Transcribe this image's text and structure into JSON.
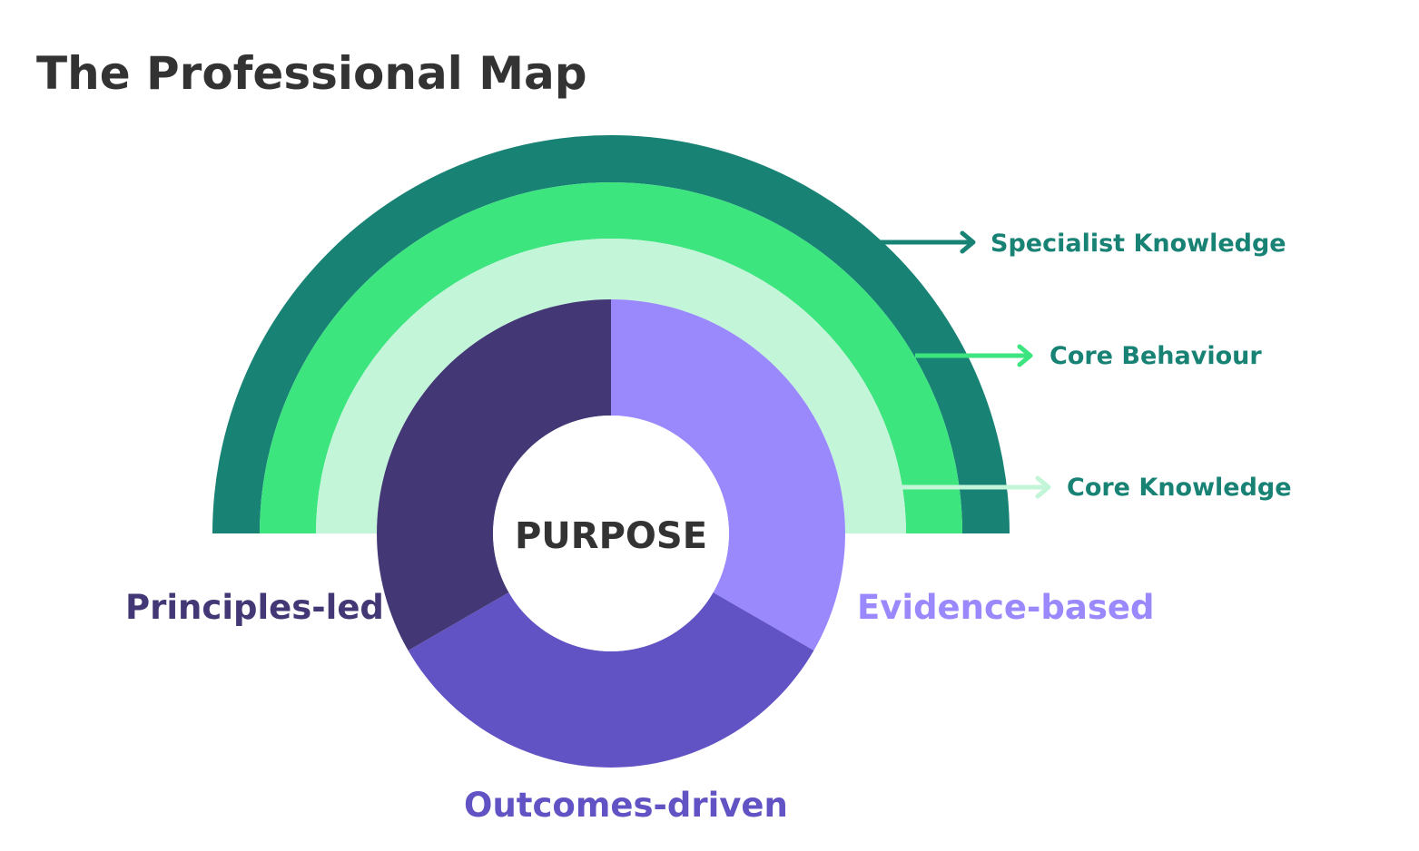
{
  "title": "The Professional Map",
  "center": {
    "label": "PURPOSE"
  },
  "layers": [
    {
      "id": "specialist",
      "label": "Specialist Knowledge",
      "color": "#188275"
    },
    {
      "id": "behaviour",
      "label": "Core Behaviour",
      "color": "#3de57f"
    },
    {
      "id": "knowledge",
      "label": "Core Knowledge",
      "color": "#c3f5d9"
    }
  ],
  "segments": [
    {
      "id": "evidence",
      "label": "Evidence-based",
      "color": "#9a89fd"
    },
    {
      "id": "outcomes",
      "label": "Outcomes-driven",
      "color": "#6253c4"
    },
    {
      "id": "principles",
      "label": "Principles-led",
      "color": "#433875"
    }
  ],
  "colors": {
    "title": "#333333",
    "layer_text": "#188275"
  }
}
